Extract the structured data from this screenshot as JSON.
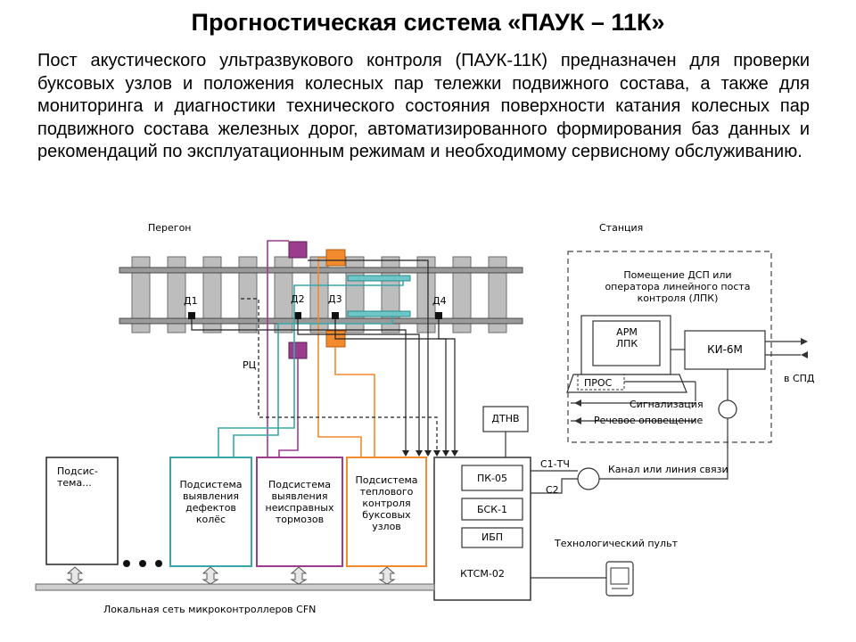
{
  "title": "Прогностическая система «ПАУК – 11К»",
  "description": "Пост акустического ультразвукового контроля (ПАУК-11К) предназначен для проверки буксовых узлов и положения колесных пар тележки подвижного состава, а также для мониторинга и диагностики технического состояния поверхности катания колесных пар подвижного состава железных дорог, автоматизированного формирования баз данных и рекомендаций по эксплуатационным режимам и необходимому сервисному обслуживанию.",
  "diagram": {
    "peregon": "Перегон",
    "stanciya": "Станция",
    "sensors": {
      "d1": "Д1",
      "d2": "Д2",
      "d3": "Д3",
      "d4": "Д4"
    },
    "rc": "РЦ",
    "dsp_room": "Помещение ДСП или оператора линейного поста контроля (ЛПК)",
    "arm": "АРМ ЛПК",
    "ki6m": "КИ-6М",
    "spd": "в СПД",
    "pros": "ПРОС",
    "signalizaciya": "Сигнализация",
    "rechevoe": "Речевое оповещение",
    "dtnv": "ДТНВ",
    "c1tch": "С1-ТЧ",
    "c2": "С2",
    "kanal": "Канал или линия связи",
    "pk05": "ПК-05",
    "bsk1": "БСК-1",
    "ibp": "ИБП",
    "ktsm": "КТСМ-02",
    "tech_pult": "Технологический пульт",
    "subsystems": {
      "generic": "Подсис-\nтема...",
      "wheels": "Подсистема выявления дефектов колёс",
      "brakes": "Подсистема выявления неисправных тормозов",
      "thermal": "Подсистема теплового контроля буксовых узлов"
    },
    "network": "Локальная сеть микроконтроллеров CFN"
  },
  "colors": {
    "wheels": "#3aa7a7",
    "brakes": "#8f3f7f",
    "thermal": "#f28a2e"
  }
}
